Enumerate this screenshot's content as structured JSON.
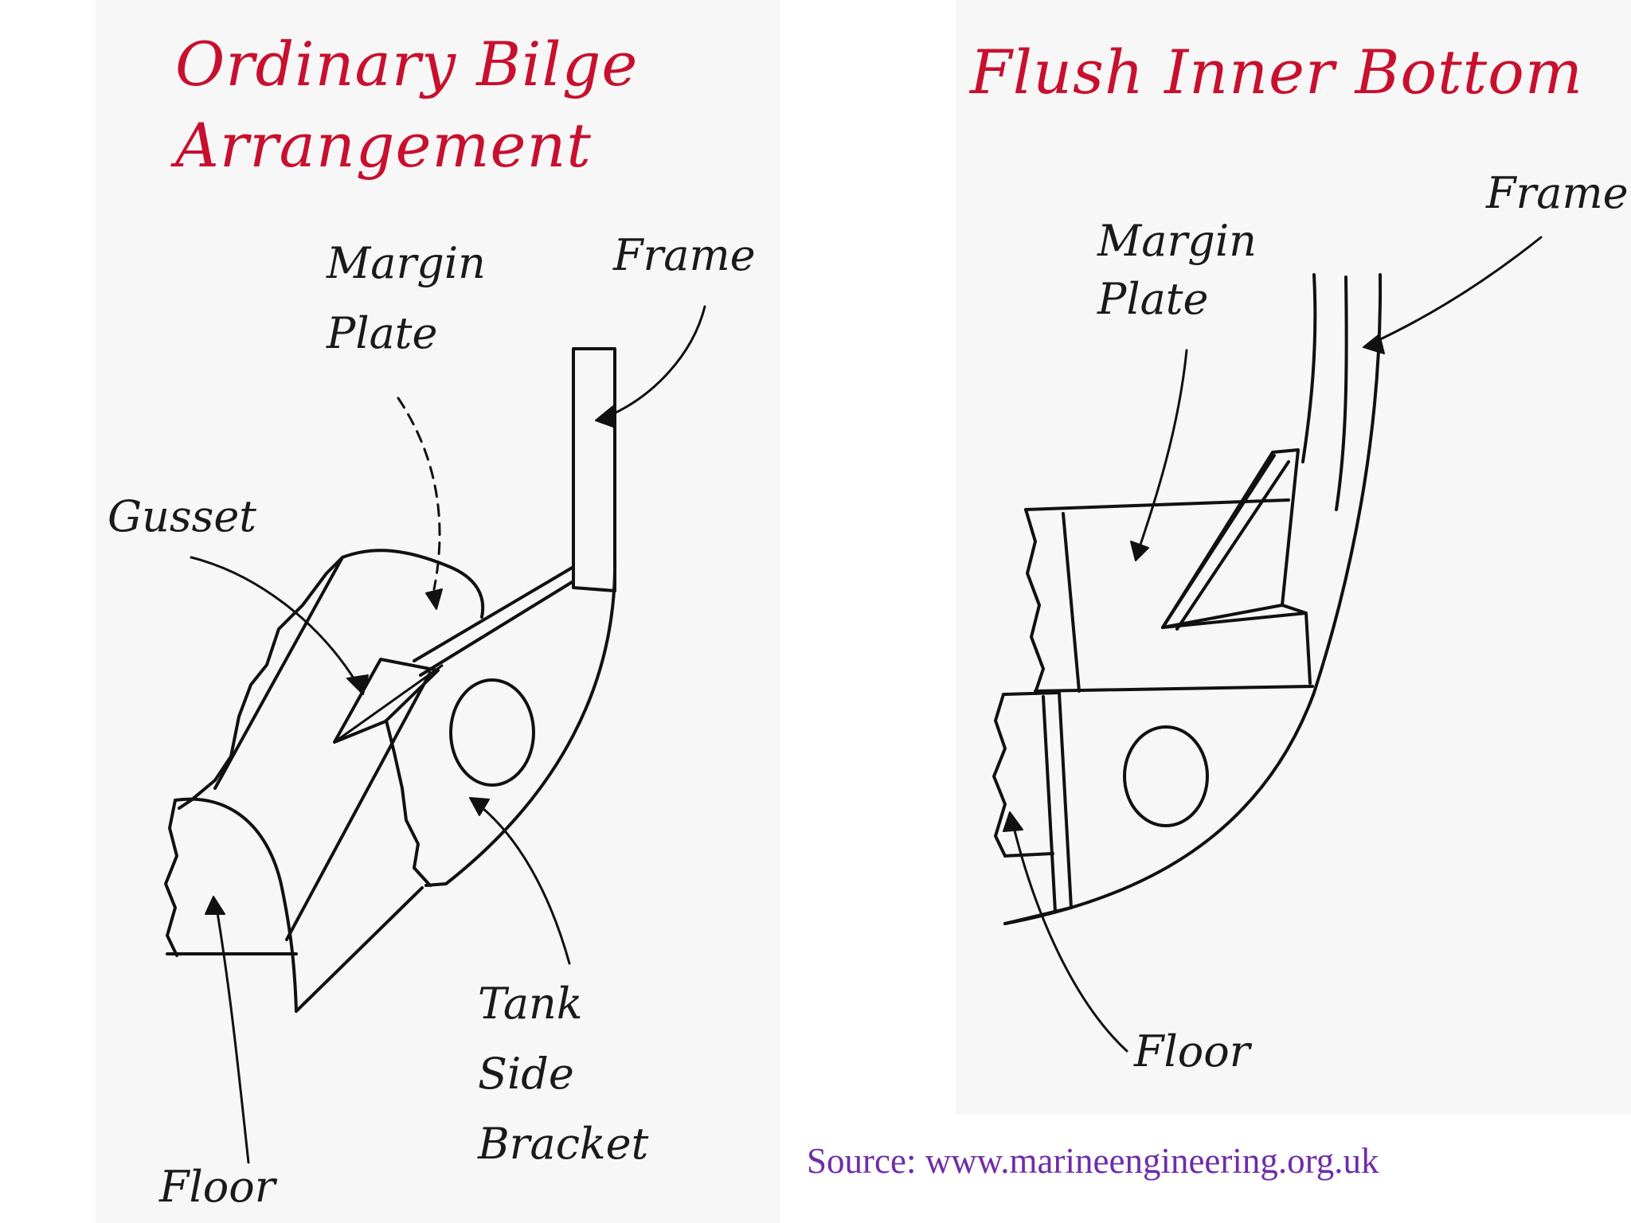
{
  "left_diagram": {
    "title_line1": "Ordinary Bilge",
    "title_line2": "Arrangement",
    "labels": {
      "margin_plate_line1": "Margin",
      "margin_plate_line2": "Plate",
      "frame": "Frame",
      "gusset": "Gusset",
      "tank_side_bracket_line1": "Tank",
      "tank_side_bracket_line2": "Side",
      "tank_side_bracket_line3": "Bracket",
      "floor": "Floor"
    }
  },
  "right_diagram": {
    "title": "Flush Inner Bottom",
    "labels": {
      "frame": "Frame",
      "margin_plate_line1": "Margin",
      "margin_plate_line2": "Plate",
      "floor": "Floor"
    }
  },
  "source": "Source: www.marineengineering.org.uk",
  "colors": {
    "title": "#c8102e",
    "source": "#6f2da8",
    "line": "#111111"
  }
}
